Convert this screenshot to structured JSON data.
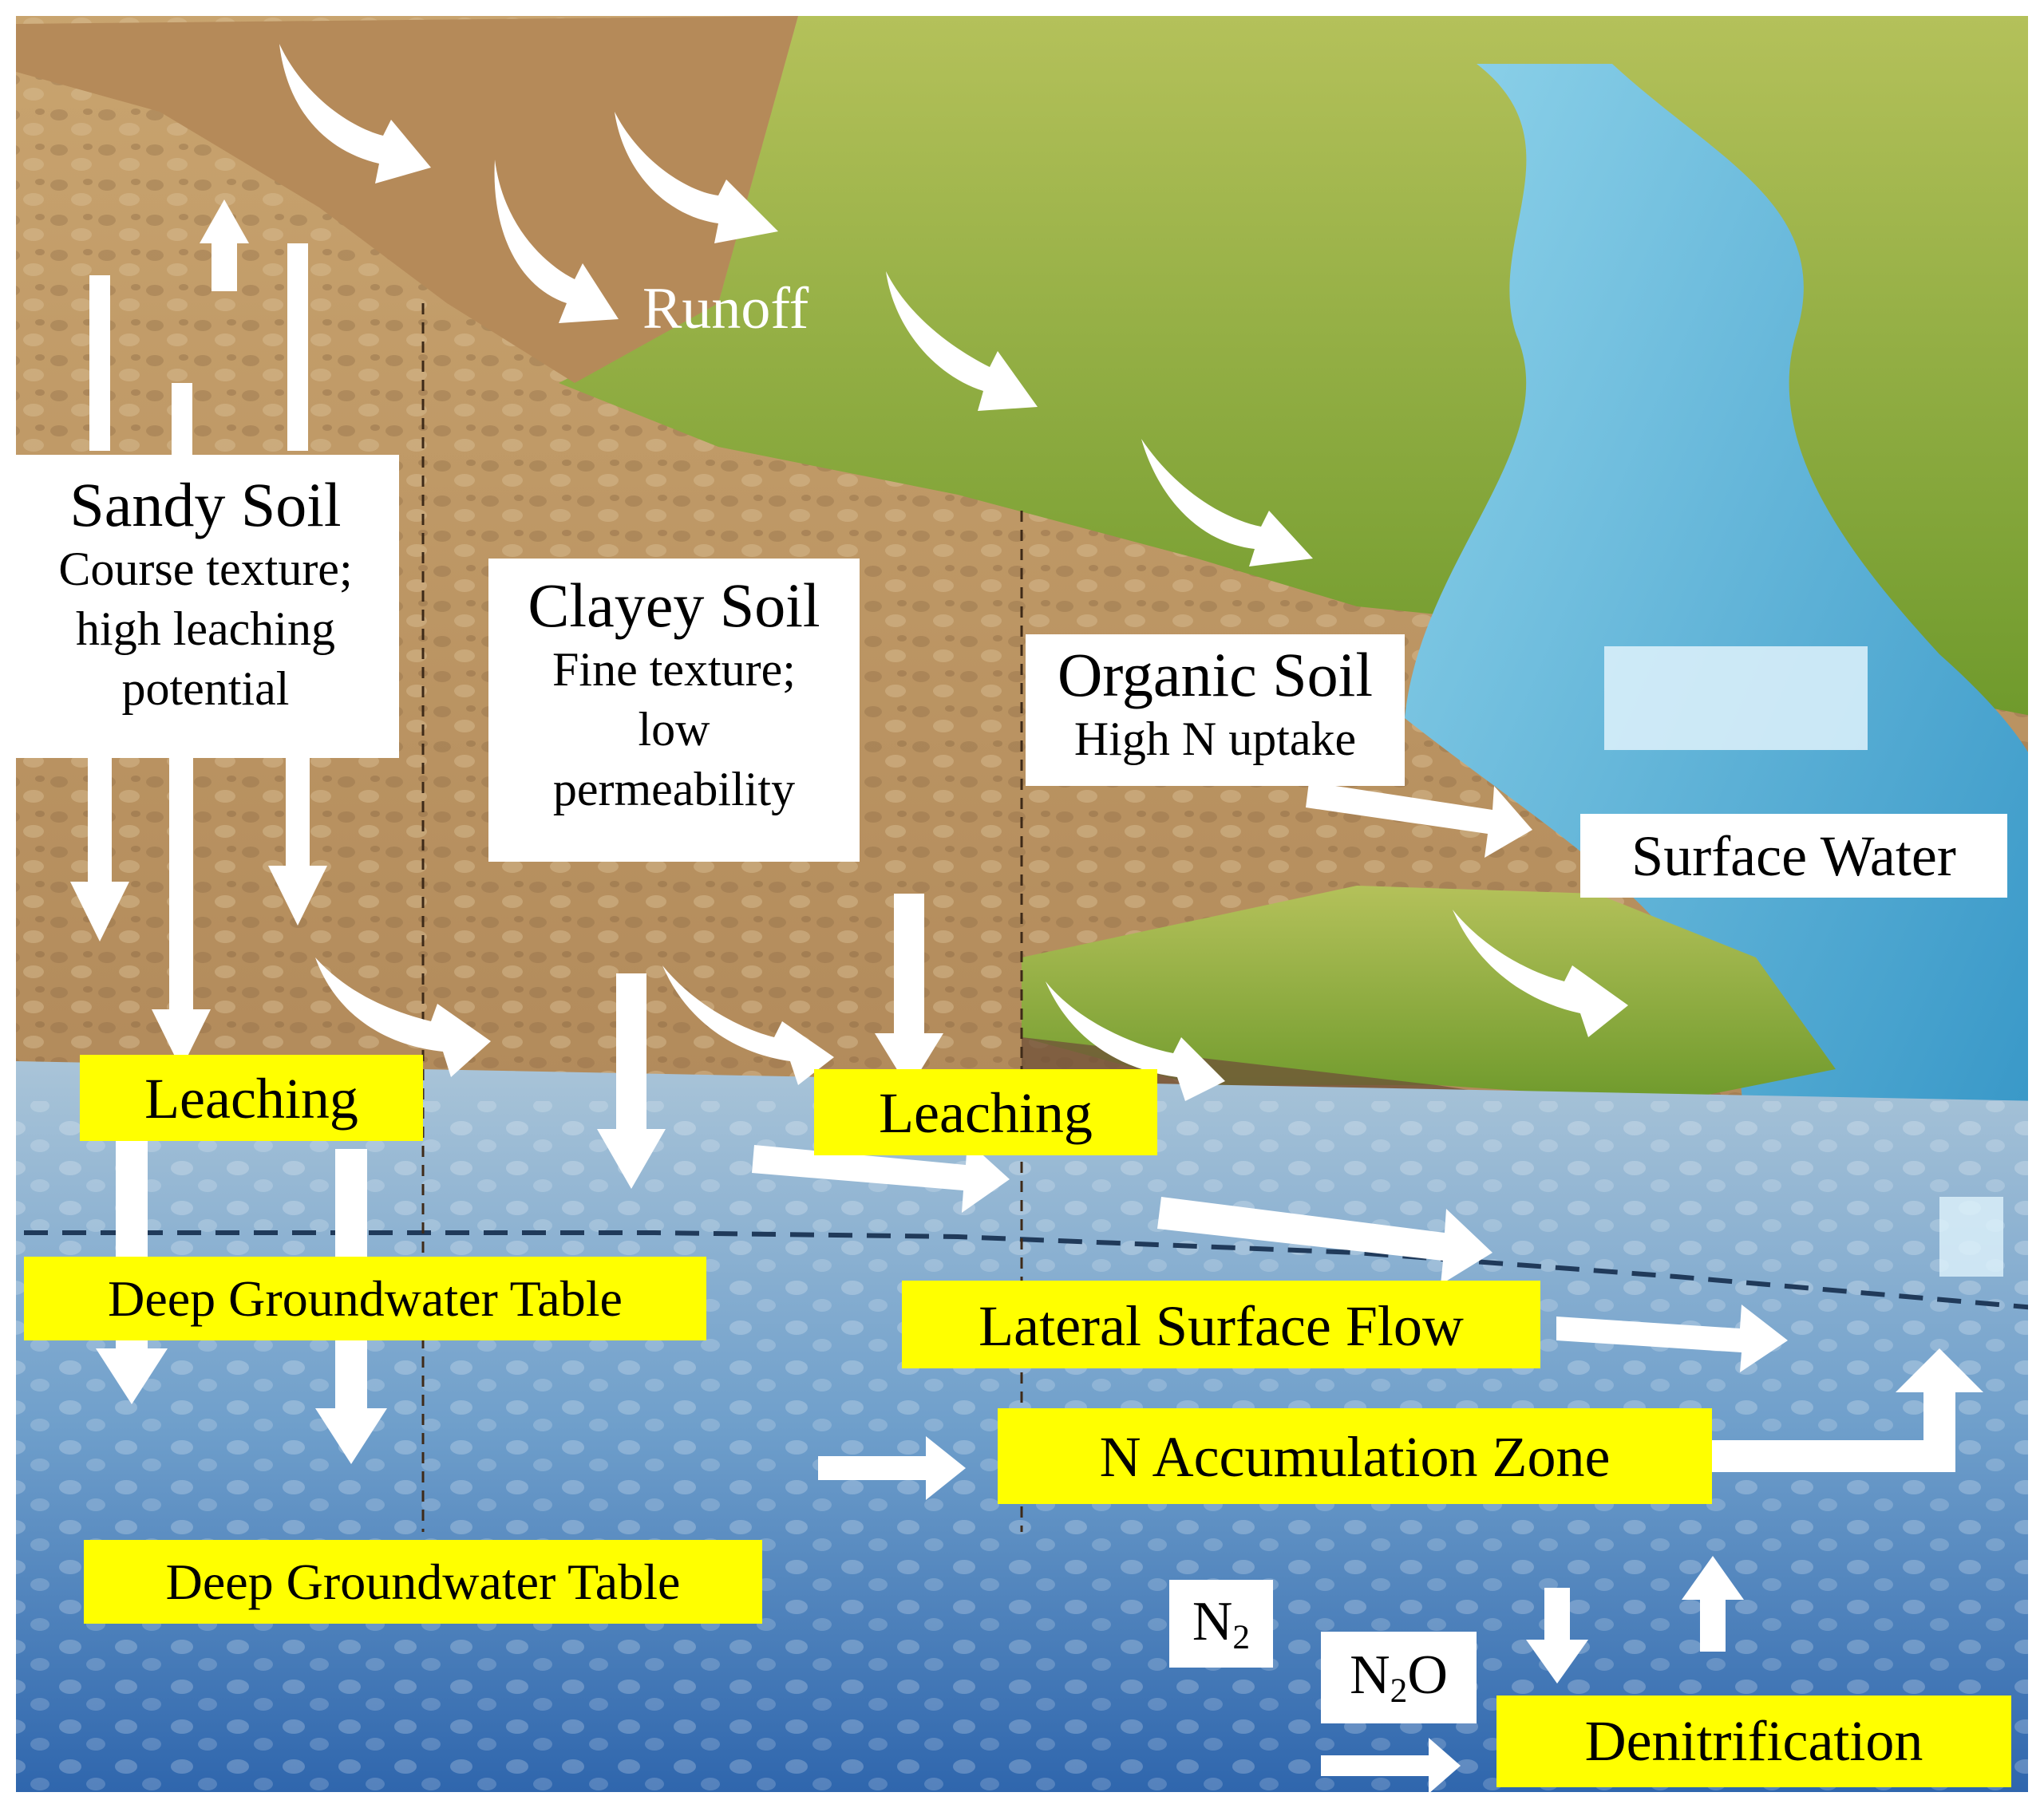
{
  "labels": {
    "runoff": "Runoff",
    "sandy_title": "Sandy Soil",
    "sandy_desc_1": "Course texture;",
    "sandy_desc_2": "high leaching",
    "sandy_desc_3": "potential",
    "clayey_title": "Clayey Soil",
    "clayey_desc_1": "Fine texture;",
    "clayey_desc_2": "low",
    "clayey_desc_3": "permeability",
    "organic_title": "Organic Soil",
    "organic_desc": "High N uptake",
    "surface_water": "Surface Water",
    "leaching_left": "Leaching",
    "leaching_mid": "Leaching",
    "deep_gw_upper": "Deep Groundwater Table",
    "deep_gw_lower": "Deep Groundwater Table",
    "lateral_flow": "Lateral Surface Flow",
    "n_accumulation": "N Accumulation Zone",
    "n2_base": "N",
    "n2_sub": "2",
    "n2o_base": "N",
    "n2o_sub": "2",
    "n2o_tail": "O",
    "denitrification": "Denitrification"
  },
  "colors": {
    "highlight": "#ffff00",
    "label_box": "#ffffff",
    "arrow": "#ffffff",
    "water": "#3f9fcf",
    "groundwater": "#5b93c6",
    "soil": "#b08a5e",
    "grass": "#8fae3c"
  }
}
